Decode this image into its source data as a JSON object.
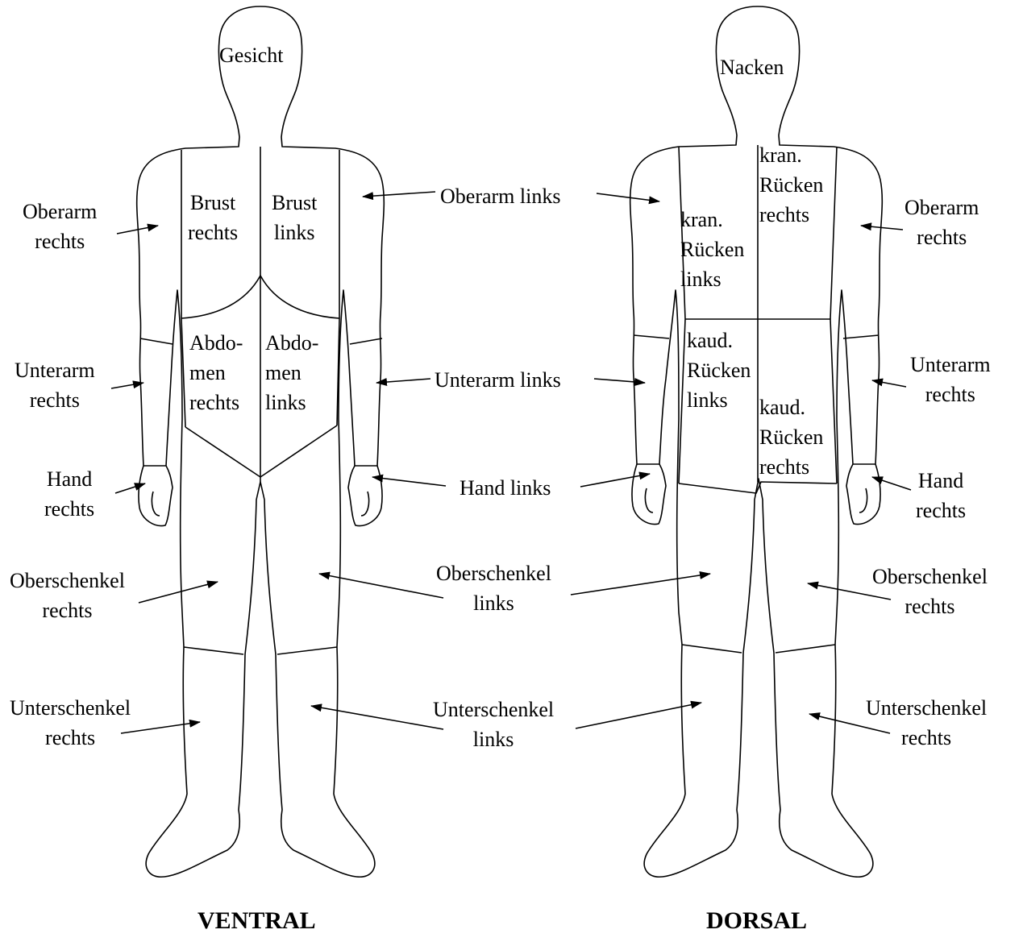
{
  "ventral": {
    "title": "VENTRAL",
    "labels": {
      "gesicht": "Gesicht",
      "oberarm_rechts": [
        "Oberarm",
        "rechts"
      ],
      "brust_rechts": [
        "Brust",
        "rechts"
      ],
      "brust_links": [
        "Brust",
        "links"
      ],
      "oberarm_links": "Oberarm links",
      "unterarm_rechts": [
        "Unterarm",
        "rechts"
      ],
      "abdomen_rechts": [
        "Abdo-",
        "men",
        "rechts"
      ],
      "abdomen_links": [
        "Abdo-",
        "men",
        "links"
      ],
      "unterarm_links": "Unterarm links",
      "hand_rechts": [
        "Hand",
        "rechts"
      ],
      "hand_links": "Hand links",
      "oberschenkel_rechts": [
        "Oberschenkel",
        "rechts"
      ],
      "oberschenkel_links": [
        "Oberschenkel",
        "links"
      ],
      "unterschenkel_rechts": [
        "Unterschenkel",
        "rechts"
      ],
      "unterschenkel_links": [
        "Unterschenkel",
        "links"
      ]
    }
  },
  "dorsal": {
    "title": "DORSAL",
    "labels": {
      "nacken": "Nacken",
      "kran_ruecken_rechts": [
        "kran.",
        "Rücken",
        "rechts"
      ],
      "kran_ruecken_links": [
        "kran.",
        "Rücken",
        "links"
      ],
      "oberarm_rechts": [
        "Oberarm",
        "rechts"
      ],
      "kaud_ruecken_links": [
        "kaud.",
        "Rücken",
        "links"
      ],
      "kaud_ruecken_rechts": [
        "kaud.",
        "Rücken",
        "rechts"
      ],
      "unterarm_rechts": [
        "Unterarm",
        "rechts"
      ],
      "hand_rechts": [
        "Hand",
        "rechts"
      ],
      "oberschenkel_rechts": [
        "Oberschenkel",
        "rechts"
      ],
      "unterschenkel_rechts": [
        "Unterschenkel",
        "rechts"
      ]
    }
  },
  "colors": {
    "line": "#000000",
    "background": "#ffffff"
  }
}
